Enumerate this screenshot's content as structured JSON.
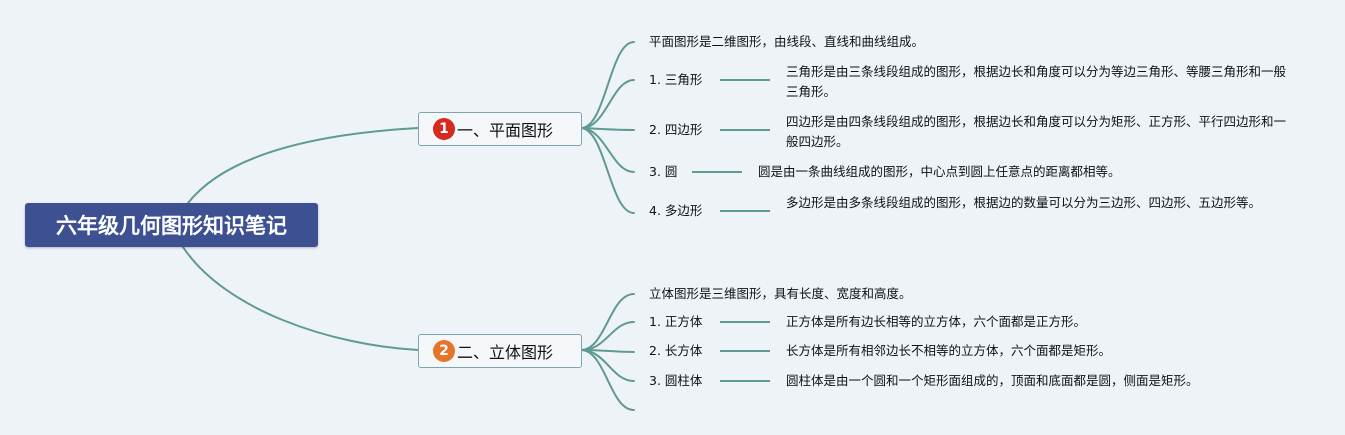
{
  "colors": {
    "background": "#eef3f8",
    "root_fill": "#3c5092",
    "branch_border": "#7fa3b0",
    "link": "#5f9a94",
    "badge_1": "#d62a1e",
    "badge_2": "#e8742a"
  },
  "root": {
    "title": "六年级几何图形知识笔记"
  },
  "branch1": {
    "badge": "1",
    "title": "一、平面图形",
    "intro": "平面图形是二维图形，由线段、直线和曲线组成。",
    "items": [
      {
        "label": "1. 三角形",
        "desc": "三角形是由三条线段组成的图形，根据边长和角度可以分为等边三角形、等腰三角形和一般三角形。"
      },
      {
        "label": "2. 四边形",
        "desc": "四边形是由四条线段组成的图形，根据边长和角度可以分为矩形、正方形、平行四边形和一般四边形。"
      },
      {
        "label": "3. 圆",
        "desc": "圆是由一条曲线组成的图形，中心点到圆上任意点的距离都相等。"
      },
      {
        "label": "4. 多边形",
        "desc": "多边形是由多条线段组成的图形，根据边的数量可以分为三边形、四边形、五边形等。"
      }
    ]
  },
  "branch2": {
    "badge": "2",
    "title": "二、立体图形",
    "intro": "立体图形是三维图形，具有长度、宽度和高度。",
    "items": [
      {
        "label": "1. 正方体",
        "desc": "正方体是所有边长相等的立方体，六个面都是正方形。"
      },
      {
        "label": "2. 长方体",
        "desc": "长方体是所有相邻边长不相等的立方体，六个面都是矩形。"
      },
      {
        "label": "3. 圆柱体",
        "desc": "圆柱体是由一个圆和一个矩形面组成的，顶面和底面都是圆，侧面是矩形。"
      }
    ]
  }
}
